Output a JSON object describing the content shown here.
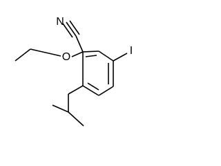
{
  "atom_labels": {
    "nitrile_n": "N",
    "ether_o": "O",
    "iodine": "I"
  }
}
